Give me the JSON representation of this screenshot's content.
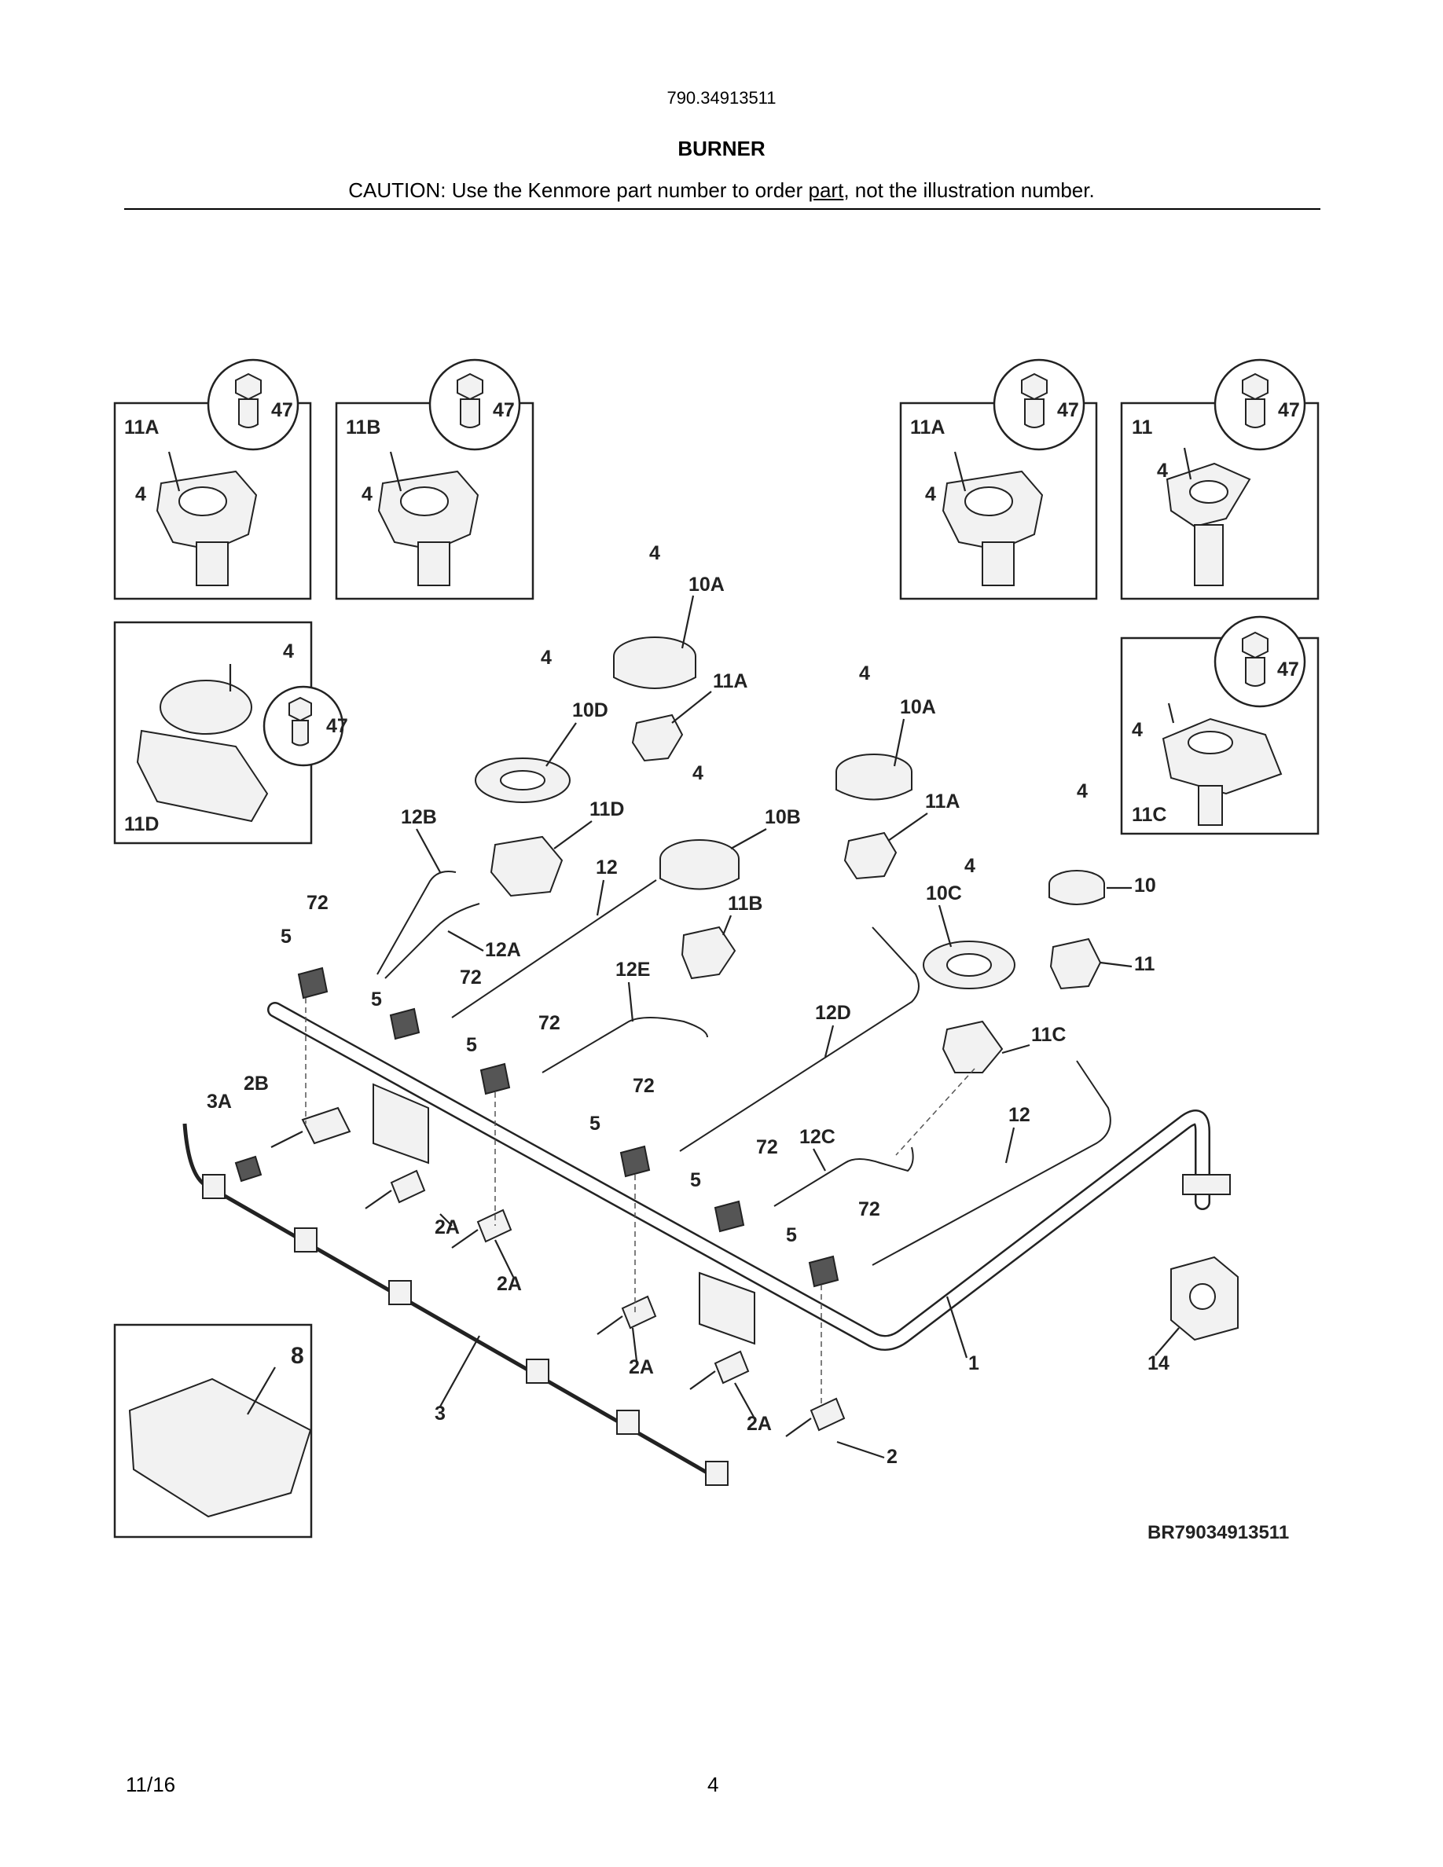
{
  "header": {
    "model_number": "790.34913511",
    "section_title": "BURNER",
    "caution_before": "CAUTION: Use the Kenmore part number to order ",
    "caution_link": "part",
    "caution_after": ", not the illustration number."
  },
  "diagram": {
    "code": "BR79034913511",
    "callouts": {
      "inset_11a_left": "11A",
      "inset_11b": "11B",
      "inset_11a_right": "11A",
      "inset_11": "11",
      "inset_11d": "11D",
      "inset_11c": "11C",
      "n47": "47",
      "n4": "4",
      "n8": "8",
      "n10a": "10A",
      "n10d": "10D",
      "n11a": "11A",
      "n11d": "11D",
      "n10b": "10B",
      "n11b": "11B",
      "n10c": "10C",
      "n10": "10",
      "n11": "11",
      "n11c": "11C",
      "n12b": "12B",
      "n12a": "12A",
      "n12": "12",
      "n12e": "12E",
      "n12d": "12D",
      "n12c": "12C",
      "n72": "72",
      "n5": "5",
      "n3a": "3A",
      "n2b": "2B",
      "n2a": "2A",
      "n1": "1",
      "n2": "2",
      "n3": "3",
      "n14": "14"
    }
  },
  "footer": {
    "date": "11/16",
    "page_number": "4"
  }
}
